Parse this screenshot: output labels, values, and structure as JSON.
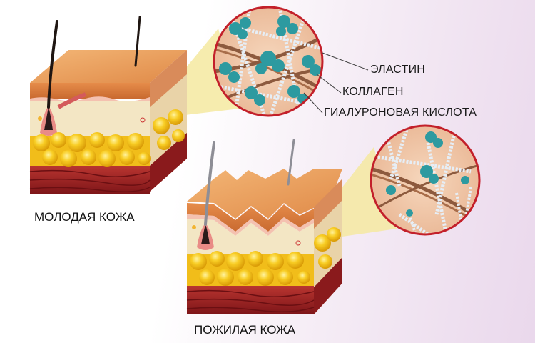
{
  "labels": {
    "elastin": "ЭЛАСТИН",
    "collagen": "КОЛЛАГЕН",
    "hyaluronic": "ГИАЛУРОНОВАЯ КИСЛОТА"
  },
  "captions": {
    "young": "МОЛОДАЯ КОЖА",
    "old": "ПОЖИЛАЯ КОЖА"
  },
  "colors": {
    "epidermis": "#e79a58",
    "dermis": "#f3e6c4",
    "fat": "#f6c21c",
    "muscle": "#a3262a",
    "collagen": "#8d5a3e",
    "elastin": "#e6eef6",
    "hyaluronic": "#2d9aa0",
    "callout": "#f4e9a0"
  }
}
